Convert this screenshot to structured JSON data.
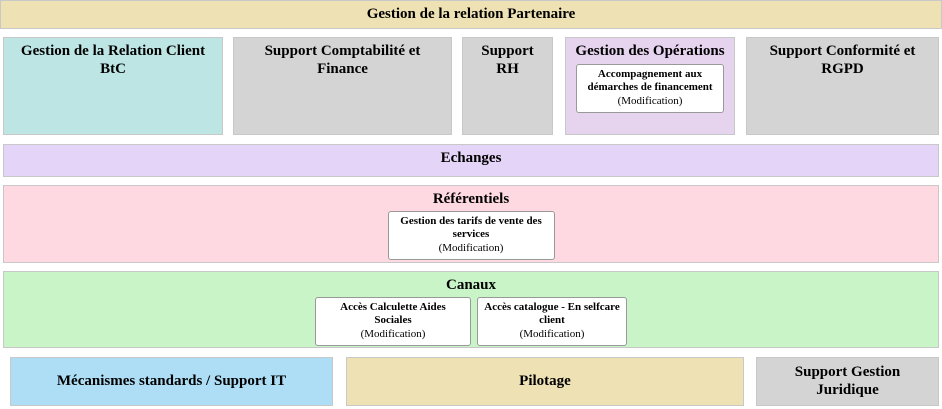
{
  "diagram": {
    "header": {
      "title": "Gestion de la relation Partenaire",
      "color": "#eee2b5"
    },
    "capabilities": [
      {
        "title": "Gestion de la Relation Client BtC",
        "color": "#bde5e4",
        "cards": []
      },
      {
        "title": "Support Comptabilité et Finance",
        "color": "#d4d4d4",
        "cards": []
      },
      {
        "title": "Support RH",
        "color": "#d4d4d4",
        "cards": []
      },
      {
        "title": "Gestion des Opérations",
        "color": "#e6d3ee",
        "cards": [
          {
            "label": "Accompagnement aux démarches de financement",
            "status": "(Modification)"
          }
        ]
      },
      {
        "title": "Support Conformité et RGPD",
        "color": "#d4d4d4",
        "cards": []
      }
    ],
    "bands": [
      {
        "title": "Echanges",
        "color": "#e4d4f7",
        "cards": []
      },
      {
        "title": "Référentiels",
        "color": "#ffd9e2",
        "cards": [
          {
            "label": "Gestion des tarifs de vente des services",
            "status": "(Modification)"
          }
        ]
      },
      {
        "title": "Canaux",
        "color": "#c9f4c8",
        "cards": [
          {
            "label": "Accès Calculette Aides Sociales",
            "status": "(Modification)"
          },
          {
            "label": "Accès catalogue - En selfcare client",
            "status": "(Modification)"
          }
        ]
      }
    ],
    "footer": [
      {
        "title": "Mécanismes standards / Support IT",
        "color": "#addef5"
      },
      {
        "title": "Pilotage",
        "color": "#eee2b5"
      },
      {
        "title": "Support Gestion Juridique",
        "color": "#d4d4d4"
      }
    ]
  }
}
